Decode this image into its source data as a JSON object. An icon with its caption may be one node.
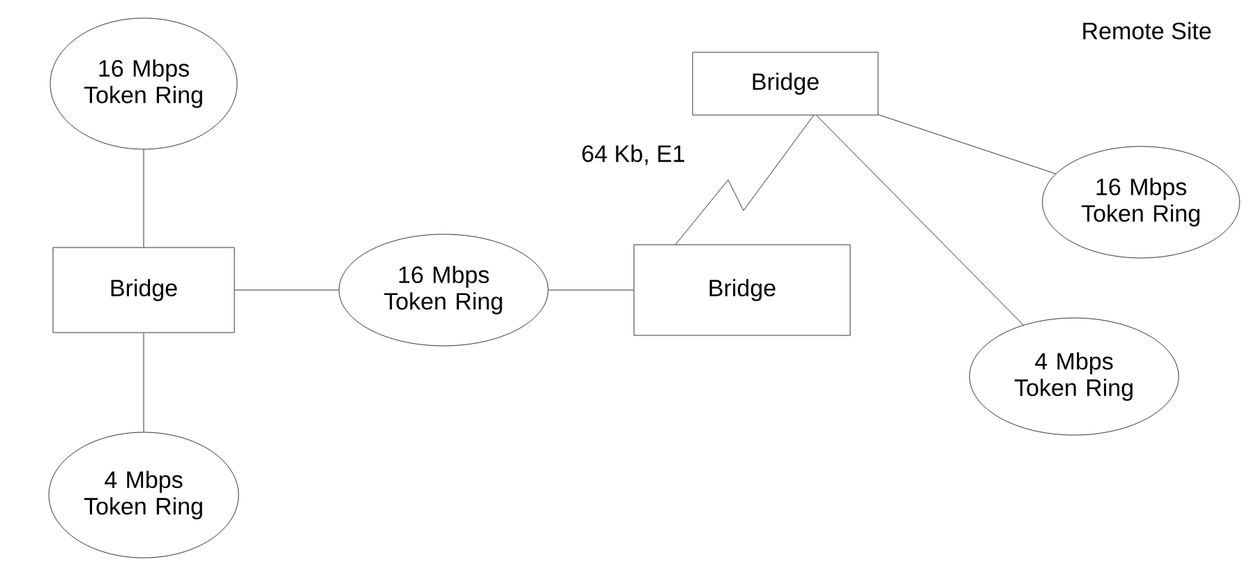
{
  "diagram": {
    "nodes": [
      {
        "text": [
          "16 Mbps Token Ring"
        ]
      },
      {
        "text": [
          "Bridge"
        ]
      },
      {
        "text": [
          "4 Mbps Token Ring"
        ]
      },
      {
        "text": [
          "16 Mbps Token Ring"
        ]
      },
      {
        "text": [
          "Bridge"
        ]
      },
      {
        "text": [
          "Bridge"
        ]
      },
      {
        "text": [
          "16 Mbps Token Ring"
        ]
      },
      {
        "text": [
          "4 Mbps Token Ring"
        ]
      }
    ],
    "edges": [
      {
        "from": 0,
        "to": 1,
        "arrow": "none"
      },
      {
        "from": 1,
        "to": 2,
        "arrow": "none"
      },
      {
        "from": 1,
        "to": 3,
        "arrow": "none"
      },
      {
        "from": 3,
        "to": 4,
        "arrow": "none"
      },
      {
        "from": 4,
        "to": 5,
        "arrow": "none",
        "label": "64 Kb, E1"
      },
      {
        "from": 5,
        "to": 6,
        "arrow": "none"
      },
      {
        "from": 5,
        "to": 7,
        "arrow": "none"
      }
    ],
    "labels": [
      "Remote Site"
    ]
  }
}
